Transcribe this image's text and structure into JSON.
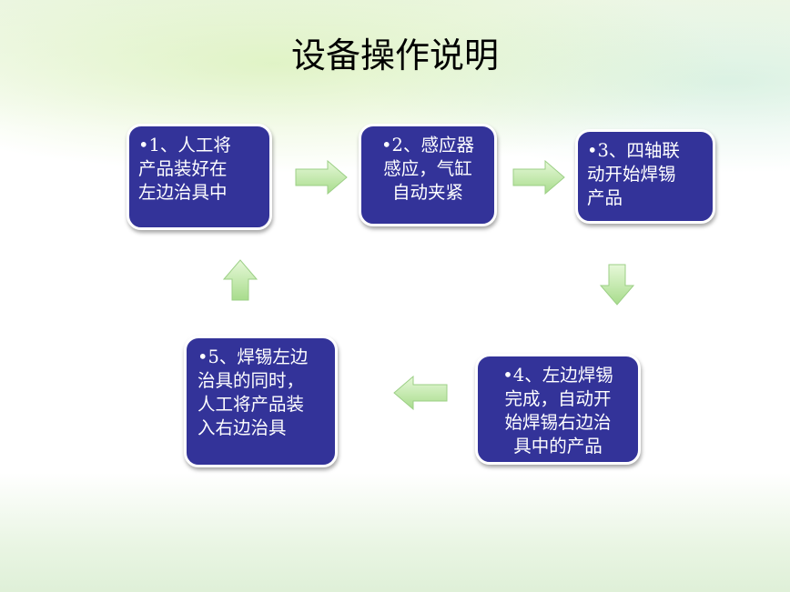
{
  "title": "设备操作说明",
  "steps": [
    {
      "line1": "•1、人工将",
      "line2": "产品装好在",
      "line3": "左边治具中"
    },
    {
      "line1": "•2、感应器",
      "line2": "感应，气缸",
      "line3": "自动夹紧"
    },
    {
      "line1": "•3、四轴联",
      "line2": "动开始焊锡",
      "line3": "产品"
    },
    {
      "line1": "•4、左边焊锡",
      "line2": "完成，自动开",
      "line3": "始焊锡右边治",
      "line4": "具中的产品"
    },
    {
      "line1": "•5、焊锡左边",
      "line2": "治具的同时，",
      "line3": "人工将产品装",
      "line4": "入右边治具"
    }
  ],
  "colors": {
    "box": "#333399",
    "arrow": "#b9e6a0"
  }
}
